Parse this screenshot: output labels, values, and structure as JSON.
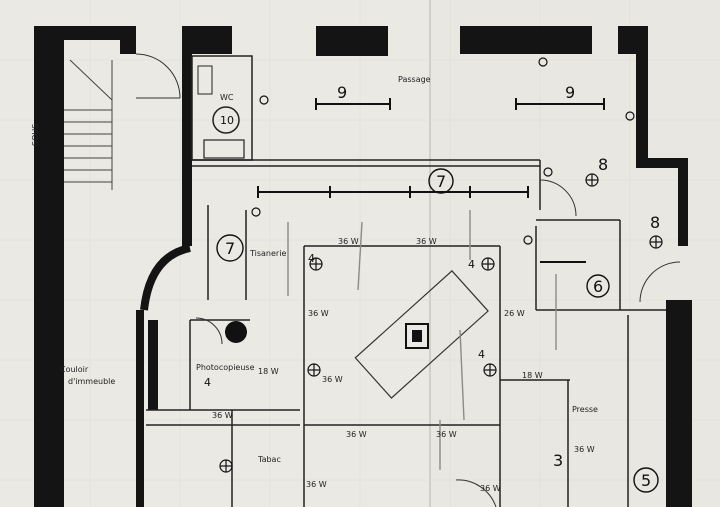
{
  "labels": {
    "stairs": "SOUS",
    "corridor_line1": "Couloir",
    "corridor_line2": "d'immeuble",
    "wc": "WC",
    "printer": "Photocopieuse",
    "tisane": "Tisanerie",
    "tabac": "Tabac",
    "presse": "Presse",
    "passage": "Passage"
  },
  "numbers": {
    "n10": "10",
    "n9a": "9",
    "n9b": "9",
    "n7a": "7",
    "n7b": "7",
    "n8a": "8",
    "n8b": "8",
    "n6": "6",
    "n5": "5",
    "n3": "3",
    "n4a": "4",
    "n4b": "4",
    "n4c": "4",
    "n4d": "4"
  },
  "watts": {
    "w1": "36 W",
    "w2": "36 W",
    "w3": "36 W",
    "w4": "26 W",
    "w5": "18 W",
    "w6": "18 W",
    "w7": "36 W",
    "w8": "36 W",
    "w9": "36 W",
    "w10": "36 W",
    "w11": "36 W",
    "w12": "36 W",
    "w13": "36 W"
  }
}
